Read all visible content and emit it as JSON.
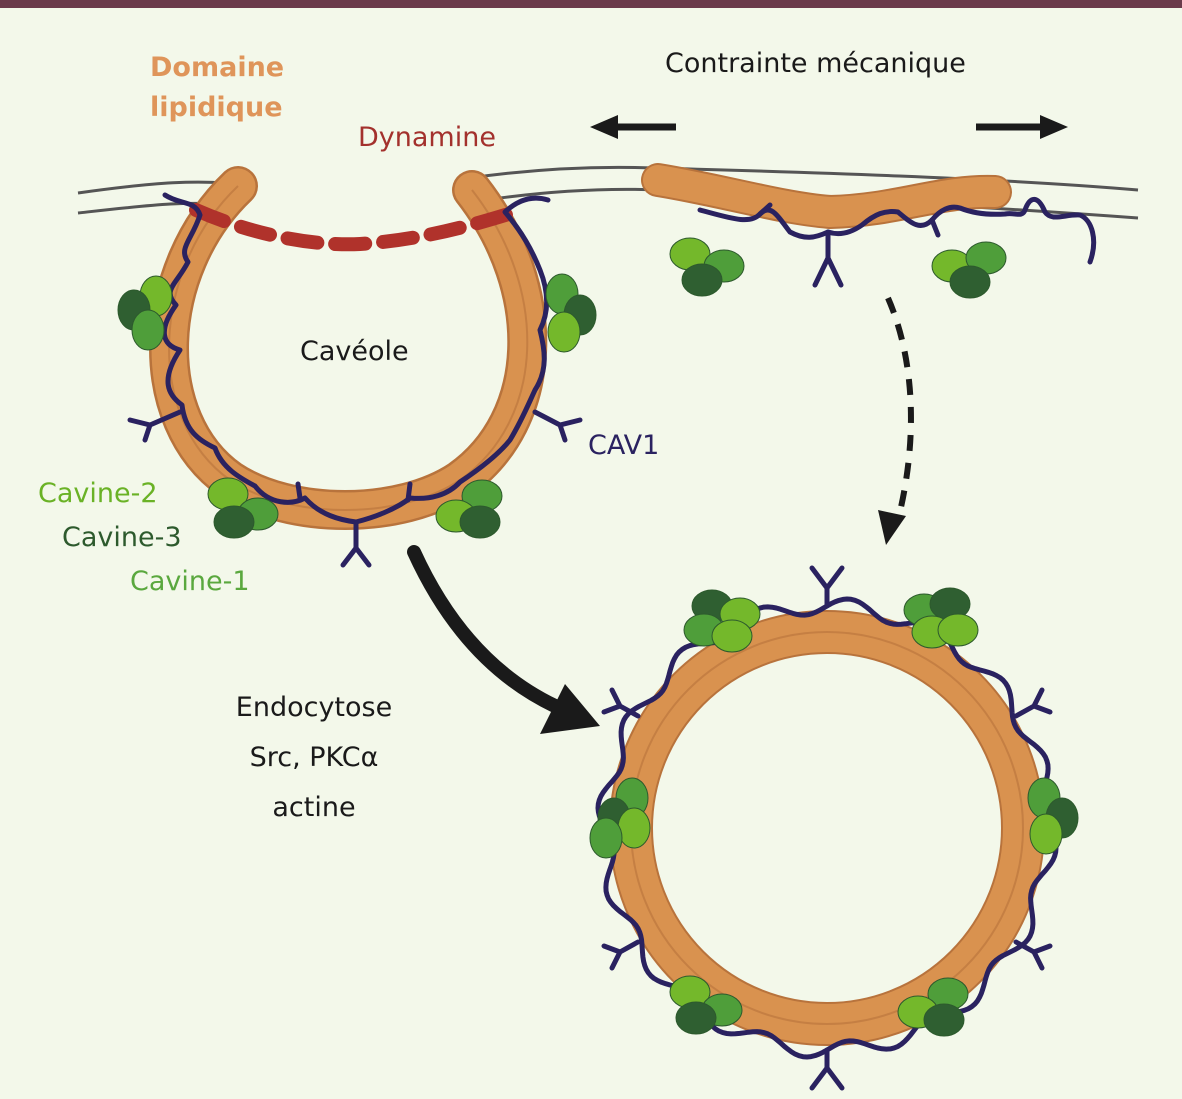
{
  "labels": {
    "lipid_domain_line1": "Domaine",
    "lipid_domain_line2": "lipidique",
    "dynamin": "Dynamine",
    "mechanical_stress": "Contrainte mécanique",
    "caveola": "Cavéole",
    "cav1": "CAV1",
    "cavin2": "Cavine-2",
    "cavin3": "Cavine-3",
    "cavin1": "Cavine-1",
    "endocytosis_line1": "Endocytose",
    "endocytosis_line2": "Src, PKCα",
    "endocytosis_line3": "actine"
  },
  "colors": {
    "background": "#f3f8ea",
    "top_bar": "#6b3b4b",
    "lipid_domain": "#d9924f",
    "lipid_outline": "#b8733c",
    "dynamin": "#b0322b",
    "cav1": "#2a2260",
    "cavin_light": "#74b82b",
    "cavin_mid": "#4f9e3a",
    "cavin_dark": "#2f5f31",
    "membrane": "#555555",
    "arrow": "#1a1a1a"
  }
}
